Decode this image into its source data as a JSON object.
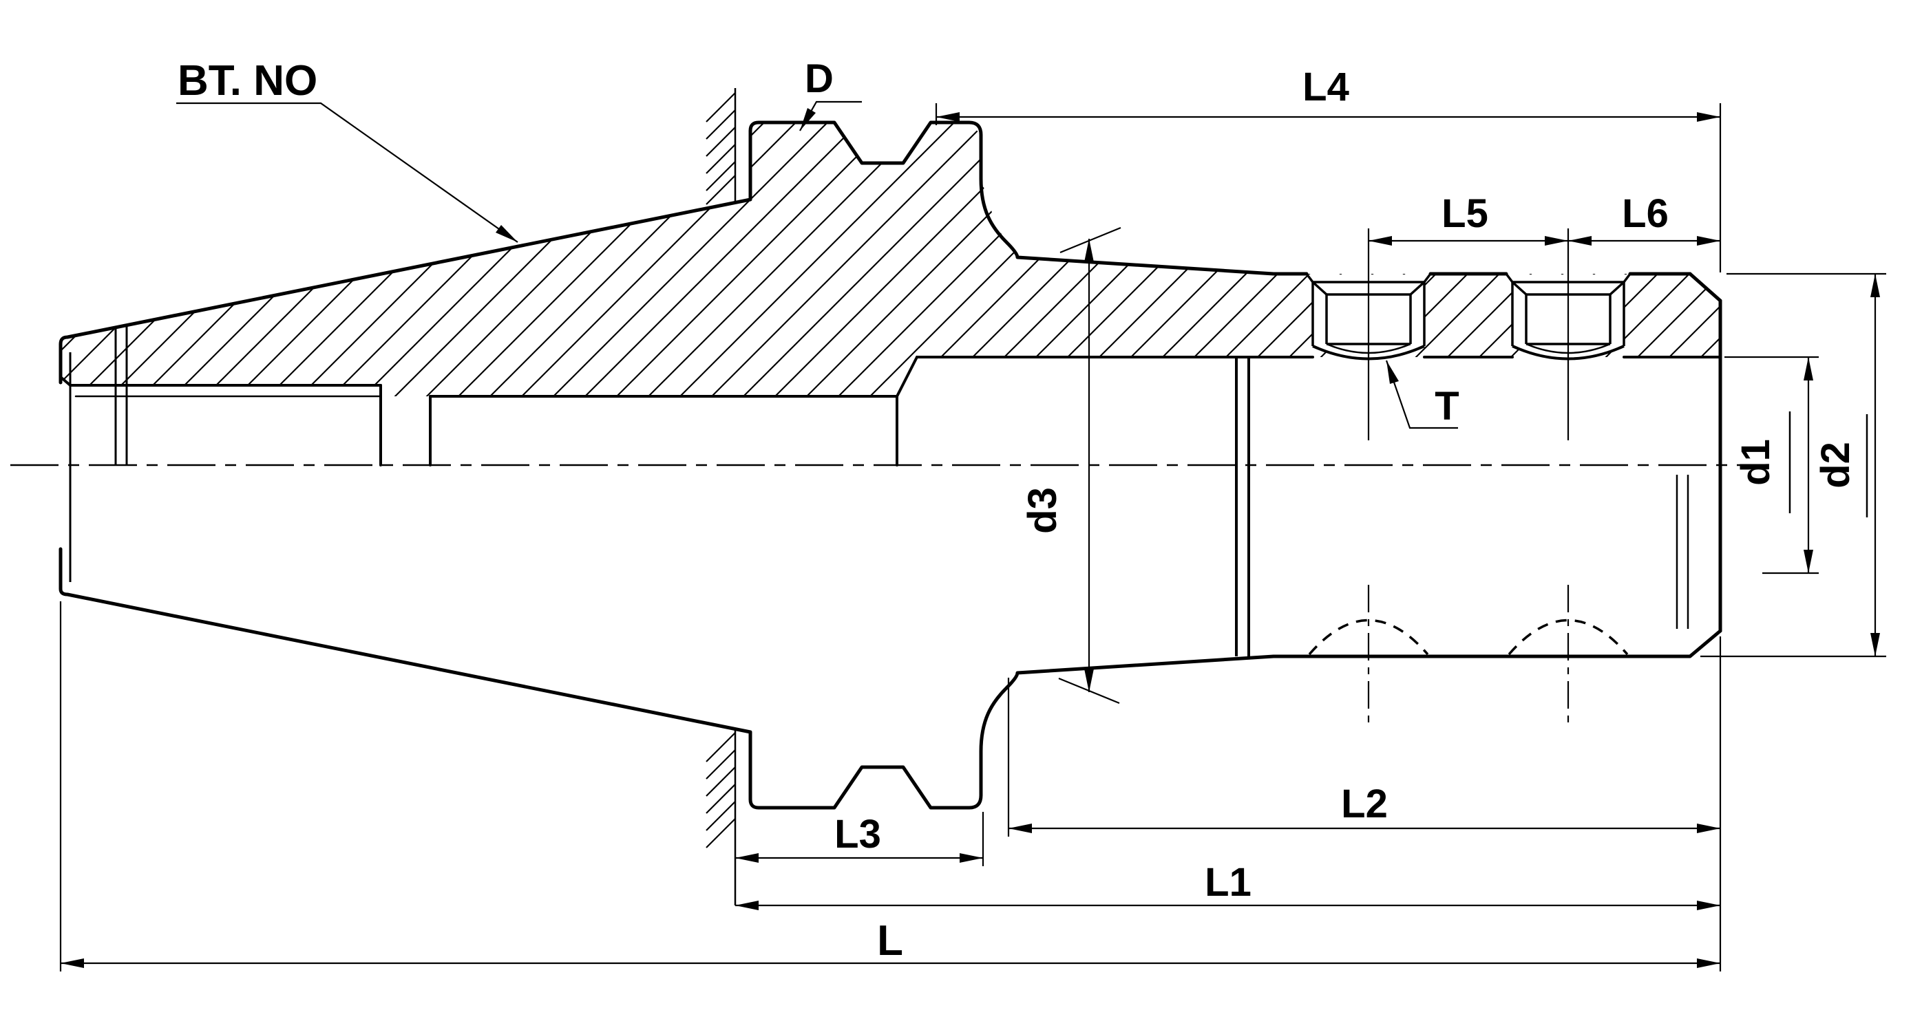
{
  "drawing": {
    "kind": "technical-drawing",
    "description": "Cross-section drawing of a BT taper shank tool holder with dimension callouts",
    "colors": {
      "line": "#000000",
      "background": "#ffffff"
    },
    "labels": {
      "bt_no": "BT. NO",
      "d": "D",
      "l4": "L4",
      "l5": "L5",
      "l6": "L6",
      "t": "T",
      "d1": "d1",
      "d2": "d2",
      "d3": "d3",
      "l3": "L3",
      "l2": "L2",
      "l1": "L1",
      "l": "L"
    }
  }
}
